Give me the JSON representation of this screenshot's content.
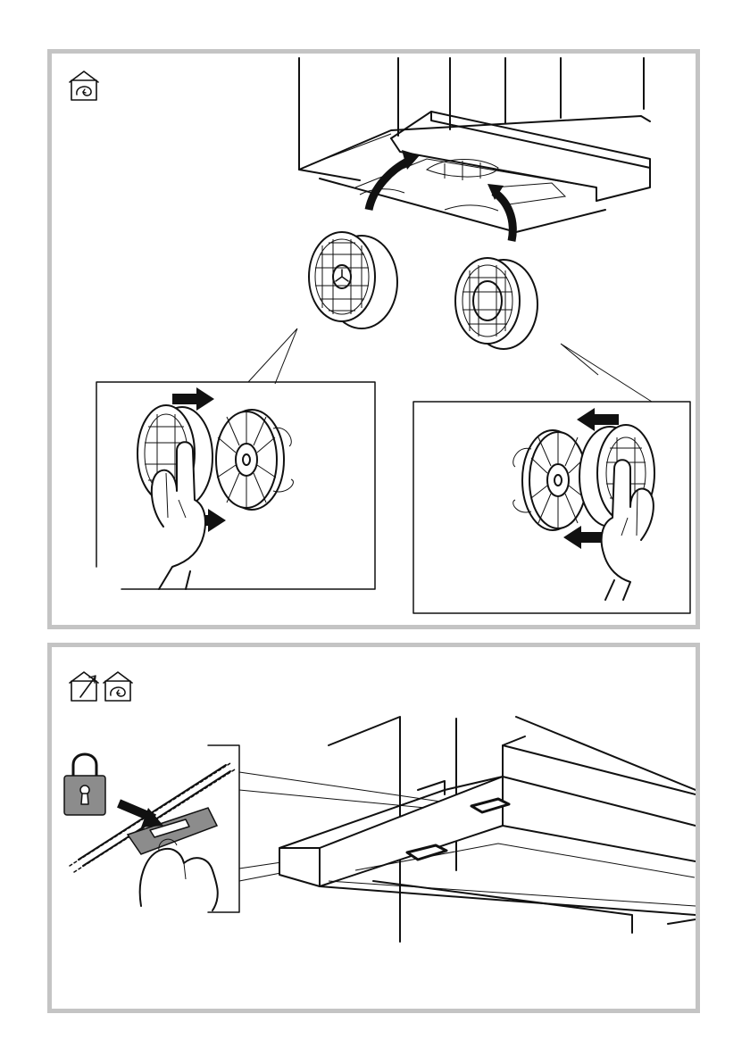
{
  "panels": [
    {
      "id": "filter-installation",
      "mode_icons": [
        "recirculation-mode-icon"
      ],
      "steps": [
        "insert-carbon-filters",
        "attach-filter-left",
        "attach-filter-right"
      ]
    },
    {
      "id": "grease-filter-lock",
      "mode_icons": [
        "extraction-mode-icon",
        "recirculation-mode-icon"
      ],
      "steps": [
        "slide-lock-to-release"
      ]
    }
  ],
  "colors": {
    "frame": "#c4c4c4",
    "line": "#111111",
    "lock_body": "#8c8c8c"
  }
}
